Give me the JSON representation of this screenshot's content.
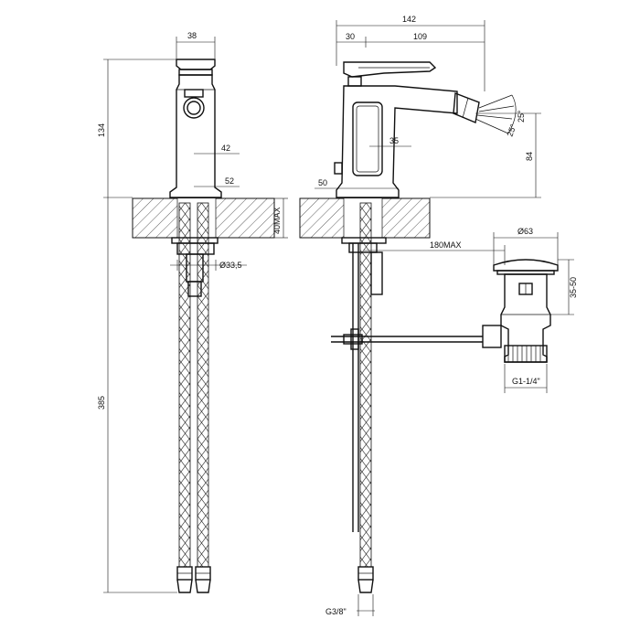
{
  "dimensions": {
    "front_width": "38",
    "front_height": "134",
    "front_depth": "42",
    "front_base": "52",
    "deck_thickness": "40MAX",
    "hole_diameter": "Ø33,5",
    "hose_length": "385",
    "side_total": "142",
    "side_offset": "30",
    "side_spout": "109",
    "side_body": "35",
    "side_height": "84",
    "angle_a": "25°",
    "angle_b": "25°",
    "side_base": "50",
    "rod_reach": "180MAX",
    "drain_diameter": "Ø63",
    "drain_height": "35-50",
    "drain_thread": "G1-1/4\"",
    "hose_thread": "G3/8\""
  },
  "colors": {
    "line": "#111111",
    "hatch": "#333333",
    "background": "#ffffff"
  }
}
